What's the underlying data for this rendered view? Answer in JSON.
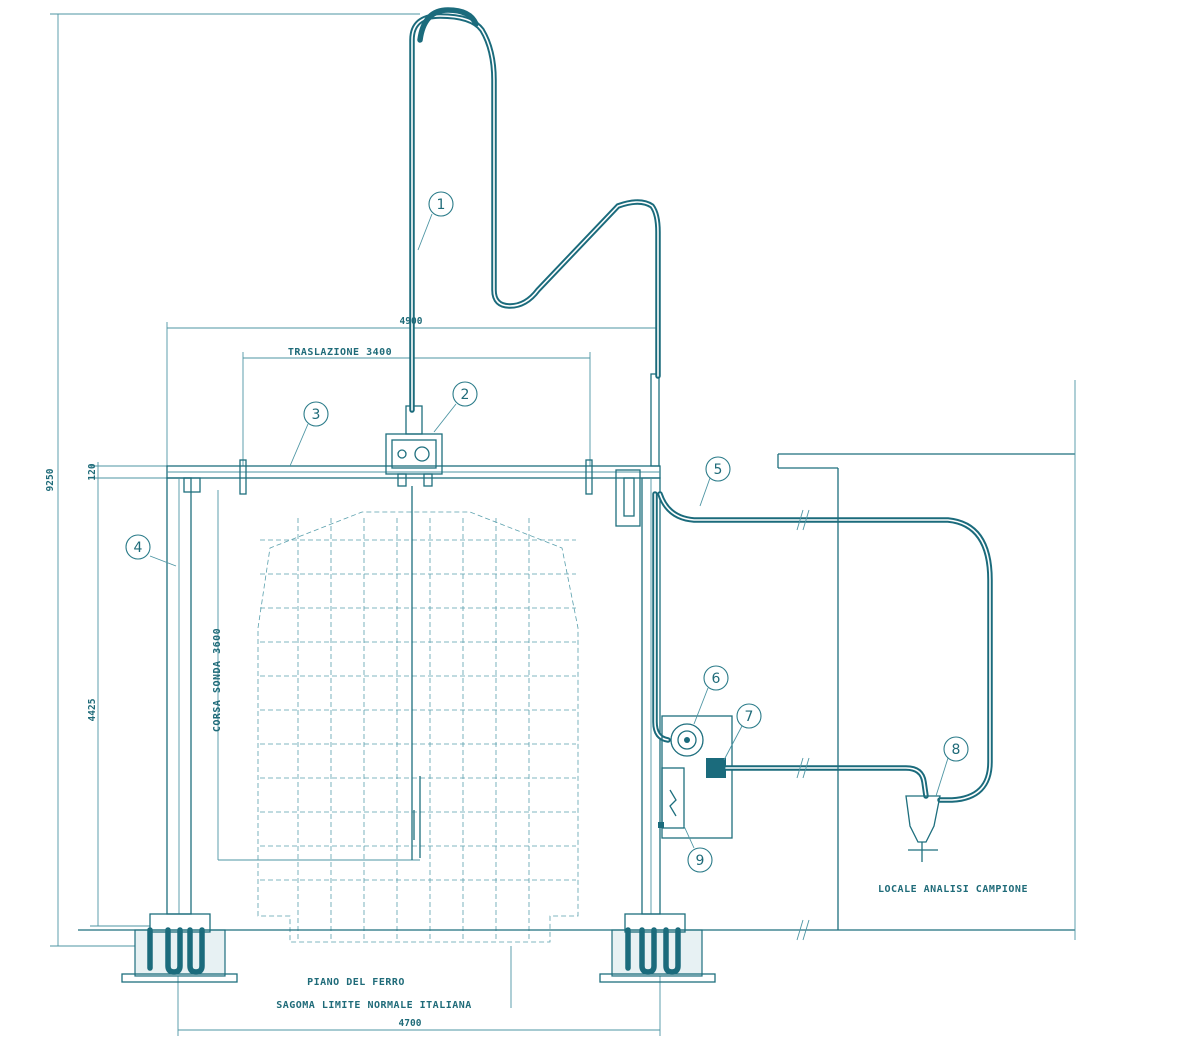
{
  "labels": {
    "translation": "TRASLAZIONE 3400",
    "probe_stroke": "CORSA SONDA 3600",
    "rail_plane": "PIANO DEL FERRO",
    "gauge_limit": "SAGOMA LIMITE NORMALE ITALIANA",
    "analysis_room": "LOCALE ANALISI CAMPIONE"
  },
  "dimensions": {
    "total_height": "9250",
    "beam_height": "120",
    "column_height": "4425",
    "top_width": "4900",
    "base_width": "4700"
  },
  "callouts": [
    "1",
    "2",
    "3",
    "4",
    "5",
    "6",
    "7",
    "8",
    "9"
  ],
  "colors": {
    "line": "#1e6f7e",
    "pipe": "#1b6b7c"
  }
}
